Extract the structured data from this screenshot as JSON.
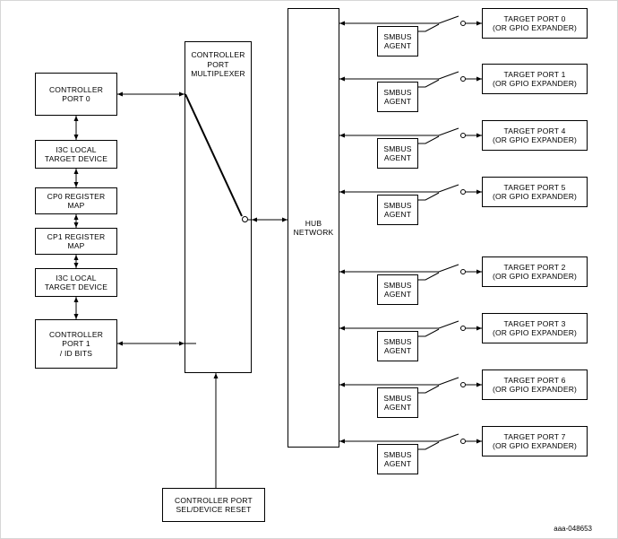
{
  "figure": {
    "code": "aaa-048653"
  },
  "colors": {
    "line": "#000000",
    "box_border": "#000000",
    "box_fill": "#ffffff",
    "text": "#000000"
  },
  "left_column": {
    "controller_port_0": {
      "line1": "CONTROLLER",
      "line2": "PORT 0"
    },
    "i3c_local_target_top": {
      "line1": "I3C LOCAL",
      "line2": "TARGET DEVICE"
    },
    "cp0_register_map": {
      "line1": "CP0 REGISTER",
      "line2": "MAP"
    },
    "cp1_register_map": {
      "line1": "CP1 REGISTER",
      "line2": "MAP"
    },
    "i3c_local_target_bottom": {
      "line1": "I3C LOCAL",
      "line2": "TARGET DEVICE"
    },
    "controller_port_1": {
      "line1": "CONTROLLER",
      "line2": "PORT 1",
      "line3": "/ ID BITS"
    }
  },
  "multiplexer": {
    "line1": "CONTROLLER",
    "line2": "PORT",
    "line3": "MULTIPLEXER"
  },
  "hub": {
    "line1": "HUB",
    "line2": "NETWORK"
  },
  "reset": {
    "line1": "CONTROLLER PORT",
    "line2": "SEL/DEVICE RESET"
  },
  "smbus_agent": {
    "line1": "SMBUS",
    "line2": "AGENT"
  },
  "target_ports": [
    {
      "title": "TARGET PORT 0",
      "subtitle": "(OR GPIO EXPANDER)"
    },
    {
      "title": "TARGET PORT 1",
      "subtitle": "(OR GPIO EXPANDER)"
    },
    {
      "title": "TARGET PORT 4",
      "subtitle": "(OR GPIO EXPANDER)"
    },
    {
      "title": "TARGET PORT 5",
      "subtitle": "(OR GPIO EXPANDER)"
    },
    {
      "title": "TARGET PORT 2",
      "subtitle": "(OR GPIO EXPANDER)"
    },
    {
      "title": "TARGET PORT 3",
      "subtitle": "(OR GPIO EXPANDER)"
    },
    {
      "title": "TARGET PORT 6",
      "subtitle": "(OR GPIO EXPANDER)"
    },
    {
      "title": "TARGET PORT 7",
      "subtitle": "(OR GPIO EXPANDER)"
    }
  ]
}
